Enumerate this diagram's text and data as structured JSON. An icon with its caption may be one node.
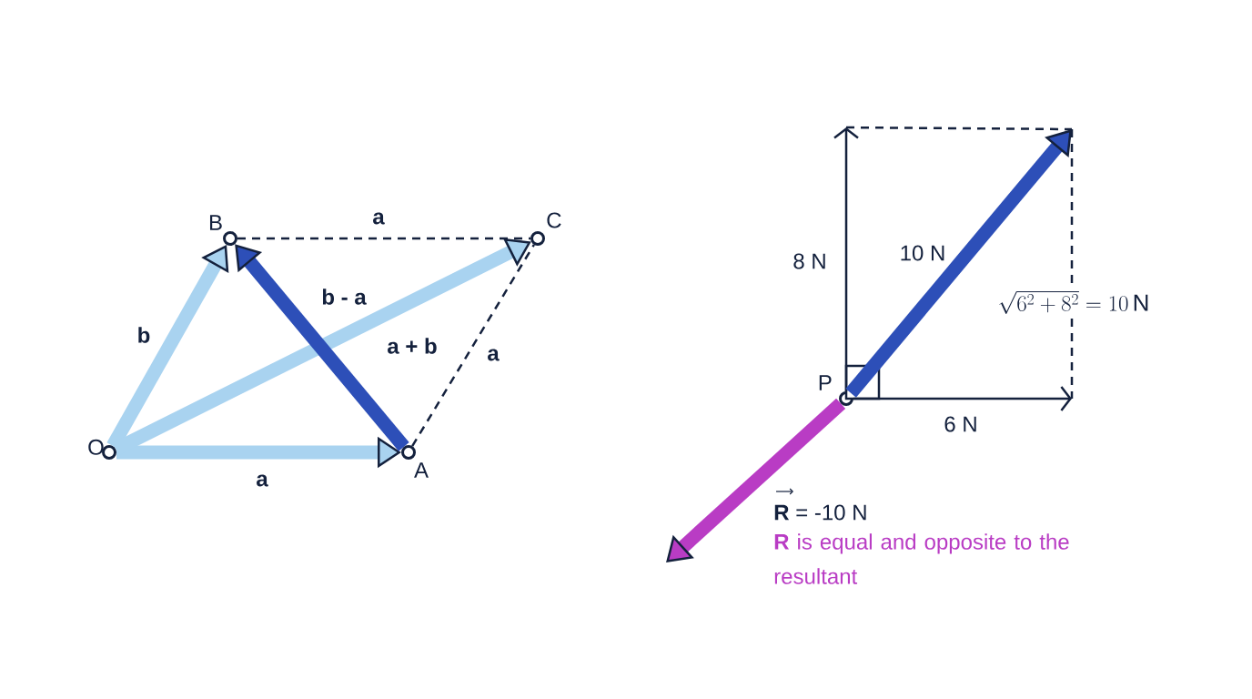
{
  "diagram": {
    "nodes": [
      {
        "text": [
          "O"
        ]
      },
      {
        "text": [
          "A"
        ]
      },
      {
        "text": [
          "B"
        ]
      },
      {
        "text": [
          "C"
        ]
      },
      {
        "text": [
          "P"
        ]
      }
    ],
    "edges": [
      {
        "from": 0,
        "to": 1,
        "arrow": "to",
        "label": "a",
        "color": "#a9d3f0"
      },
      {
        "from": 0,
        "to": 2,
        "arrow": "to",
        "label": "b",
        "color": "#a9d3f0"
      },
      {
        "from": 0,
        "to": 3,
        "arrow": "to",
        "label": "a + b",
        "color": "#a9d3f0"
      },
      {
        "from": 1,
        "to": 2,
        "arrow": "to",
        "label": "b - a",
        "color": "#2d4fb8"
      },
      {
        "from": 2,
        "to": 3,
        "arrow": "none",
        "label": "a",
        "style": "dashed"
      },
      {
        "from": 1,
        "to": 3,
        "arrow": "none",
        "label": "a",
        "style": "dashed"
      },
      {
        "from": 4,
        "to": null,
        "arrow": "to",
        "label": "8 N"
      },
      {
        "from": 4,
        "to": null,
        "arrow": "to",
        "label": "10 N",
        "color": "#2d4fb8"
      },
      {
        "from": 4,
        "to": null,
        "arrow": "to",
        "label": "6 N"
      },
      {
        "from": 4,
        "to": null,
        "arrow": "to",
        "color": "#b93cc4"
      }
    ],
    "labels": [
      "\\sqrt{6^{2} + 8^{2}} = 10\\,\\mathrm{N}",
      "**R** = -10 N",
      "**R** is equal and opposite to the resultant"
    ]
  }
}
